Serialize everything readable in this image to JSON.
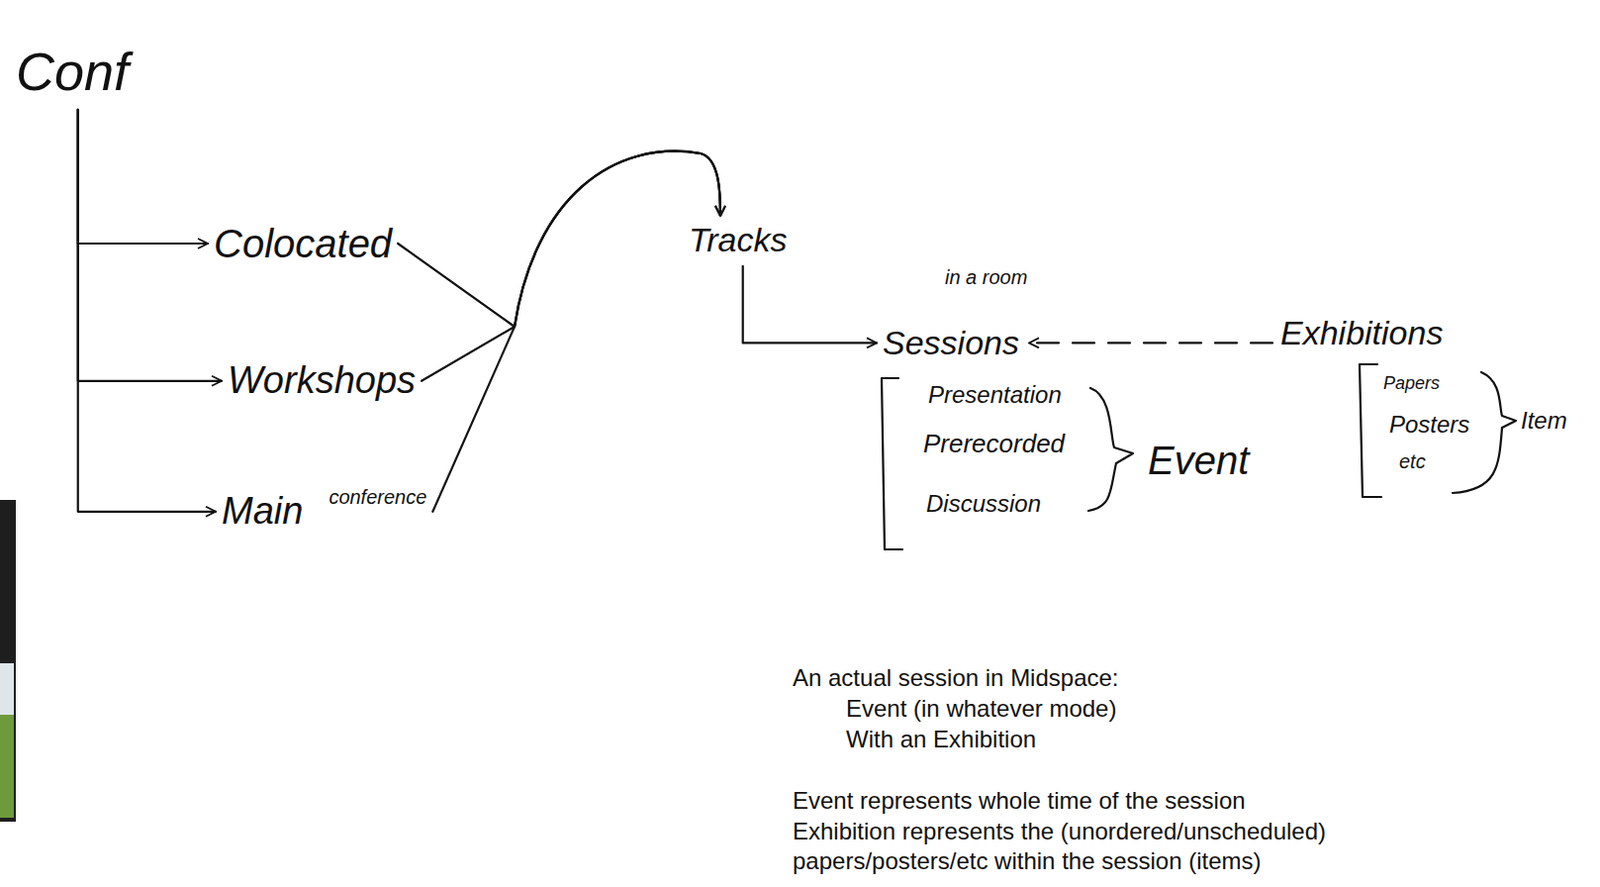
{
  "diagram": {
    "nodes": [
      {
        "text": [
          "Conf"
        ]
      },
      {
        "text": [
          "Colocated"
        ]
      },
      {
        "text": [
          "Workshops"
        ]
      },
      {
        "text": [
          "Main",
          "conference"
        ]
      },
      {
        "text": [
          "Tracks"
        ]
      },
      {
        "text": [
          "Sessions"
        ]
      },
      {
        "text": [
          "Exhibitions"
        ]
      }
    ],
    "edges": [
      {
        "from": 0,
        "to": 1,
        "arrow": "to"
      },
      {
        "from": 0,
        "to": 2,
        "arrow": "to"
      },
      {
        "from": 0,
        "to": 3,
        "arrow": "to"
      },
      {
        "from": 1,
        "to": 4,
        "arrow": "to"
      },
      {
        "from": 2,
        "to": 4,
        "arrow": "to"
      },
      {
        "from": 3,
        "to": 4,
        "arrow": "to"
      },
      {
        "from": 4,
        "to": 5,
        "arrow": "to"
      },
      {
        "from": 6,
        "to": 5,
        "arrow": "to"
      }
    ],
    "labels": [
      "in a room",
      "Presentation",
      "Prerecorded",
      "Discussion",
      "Event",
      "Papers",
      "Posters",
      "etc",
      "Item",
      "An actual session in Midspace:",
      "Event (in whatever mode)",
      "With an Exhibition",
      "Event represents whole time of the session",
      "Exhibition represents the (unordered/unscheduled) papers/posters/etc within the session (items)"
    ]
  }
}
